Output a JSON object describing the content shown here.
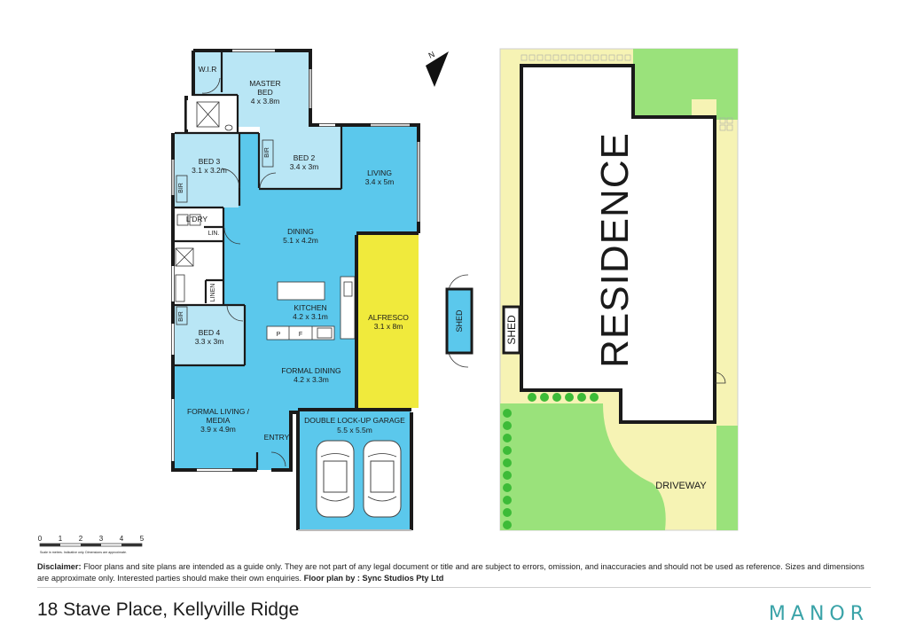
{
  "rooms": [
    {
      "id": "wir",
      "name": "W.I.R",
      "dim": ""
    },
    {
      "id": "master",
      "name": "MASTER\nBED",
      "dim": "4 x 3.8m"
    },
    {
      "id": "bed2",
      "name": "BED 2",
      "dim": "3.4 x 3m"
    },
    {
      "id": "bed3",
      "name": "BED 3",
      "dim": "3.1 x 3.2m"
    },
    {
      "id": "living",
      "name": "LIVING",
      "dim": "3.4 x 5m"
    },
    {
      "id": "ldry",
      "name": "L'DRY",
      "dim": ""
    },
    {
      "id": "lin",
      "name": "LIN.",
      "dim": ""
    },
    {
      "id": "dining",
      "name": "DINING",
      "dim": "5.1 x 4.2m"
    },
    {
      "id": "linen",
      "name": "LINEN",
      "dim": ""
    },
    {
      "id": "kitchen",
      "name": "KITCHEN",
      "dim": "4.2 x 3.1m"
    },
    {
      "id": "alfresco",
      "name": "ALFRESCO",
      "dim": "3.1 x 8m"
    },
    {
      "id": "bed4",
      "name": "BED 4",
      "dim": "3.3 x 3m"
    },
    {
      "id": "formal_dining",
      "name": "FORMAL DINING",
      "dim": "4.2 x 3.3m"
    },
    {
      "id": "formal_living",
      "name": "FORMAL LIVING /\nMEDIA",
      "dim": "3.9 x 4.9m"
    },
    {
      "id": "entry",
      "name": "ENTRY",
      "dim": ""
    },
    {
      "id": "garage",
      "name": "DOUBLE LOCK-UP GARAGE",
      "dim": "5.5 x 5.5m"
    }
  ],
  "robe_labels": [
    "BIR",
    "BIR",
    "BIR"
  ],
  "appliance_labels": [
    "P",
    "F"
  ],
  "outbuildings": {
    "shed": "SHED"
  },
  "site": {
    "residence": "RESIDENCE",
    "shed": "SHED",
    "driveway": "DRIVEWAY"
  },
  "compass": {
    "north": "N"
  },
  "scale": {
    "ticks": [
      "0",
      "1",
      "2",
      "3",
      "4",
      "5"
    ],
    "note": "Scale in metres. Indicative only. Dimensions are approximate."
  },
  "disclaimer": {
    "label": "Disclaimer:",
    "text": "Floor plans and site plans are intended as a guide only. They are not part of any legal document or title and are subject to errors, omission, and inaccuracies and should not be used as reference. Sizes and dimensions are approximate only. Interested parties should make their own enquiries.",
    "credit": "Floor plan by : Sync Studios Pty Ltd"
  },
  "footer": {
    "address": "18 Stave Place, Kellyville Ridge",
    "brand": "MANOR"
  },
  "colors": {
    "room": "#5bc8ec",
    "alfresco": "#f0ea3c",
    "lawn": "#9ae27b",
    "paving": "#f6f3b4",
    "shrub": "#3dbb38",
    "brand": "#3aa3a8"
  }
}
